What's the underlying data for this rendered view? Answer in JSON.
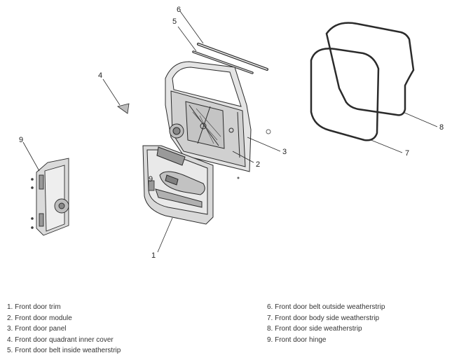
{
  "callouts": [
    "1",
    "2",
    "3",
    "4",
    "5",
    "6",
    "7",
    "8",
    "9",
    "9"
  ],
  "legend": {
    "left": [
      "1. Front door trim",
      "2. Front door module",
      "3. Front door panel",
      "4. Front door quadrant inner cover",
      "5. Front door belt inside weatherstrip"
    ],
    "right": [
      "6. Front door belt outside weatherstrip",
      "7. Front door body side weatherstrip",
      "8. Front door side weatherstrip",
      "9. Front door hinge"
    ]
  },
  "colors": {
    "line": "#2b2b2b",
    "panel_fill": "#e4e4e4",
    "trim_fill": "#d9d9d9",
    "detail_fill": "#bdbdbd"
  }
}
